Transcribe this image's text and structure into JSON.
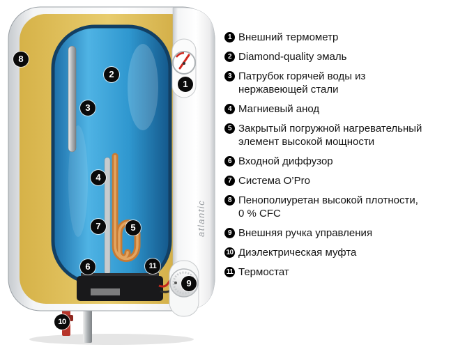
{
  "diagram": {
    "brand": "atlantic",
    "markers": [
      {
        "n": "1"
      },
      {
        "n": "2"
      },
      {
        "n": "3"
      },
      {
        "n": "4"
      },
      {
        "n": "5"
      },
      {
        "n": "6"
      },
      {
        "n": "7"
      },
      {
        "n": "8"
      },
      {
        "n": "9"
      },
      {
        "n": "10"
      },
      {
        "n": "11"
      }
    ],
    "colors": {
      "insulation_yellow": "#e0c05c",
      "tank_blue": "#2f97cf",
      "copper": "#c87a33",
      "marker_black": "#0a0a0a"
    }
  },
  "legend": {
    "items": [
      {
        "num": "1",
        "text": "Внешний термометр"
      },
      {
        "num": "2",
        "text": "Diamond-quality эмаль"
      },
      {
        "num": "3",
        "text": "Патрубок горячей воды из\nнержавеющей стали"
      },
      {
        "num": "4",
        "text": "Магниевый анод"
      },
      {
        "num": "5",
        "text": "Закрытый погружной нагревательный\nэлемент высокой мощности"
      },
      {
        "num": "6",
        "text": "Входной диффузор"
      },
      {
        "num": "7",
        "text": "Система O’Pro"
      },
      {
        "num": "8",
        "text": "Пенополиуретан высокой плотности,\n0 % CFC"
      },
      {
        "num": "9",
        "text": "Внешняя ручка управления"
      },
      {
        "num": "10",
        "text": "Диэлектрическая муфта"
      },
      {
        "num": "11",
        "text": "Термостат"
      }
    ]
  }
}
